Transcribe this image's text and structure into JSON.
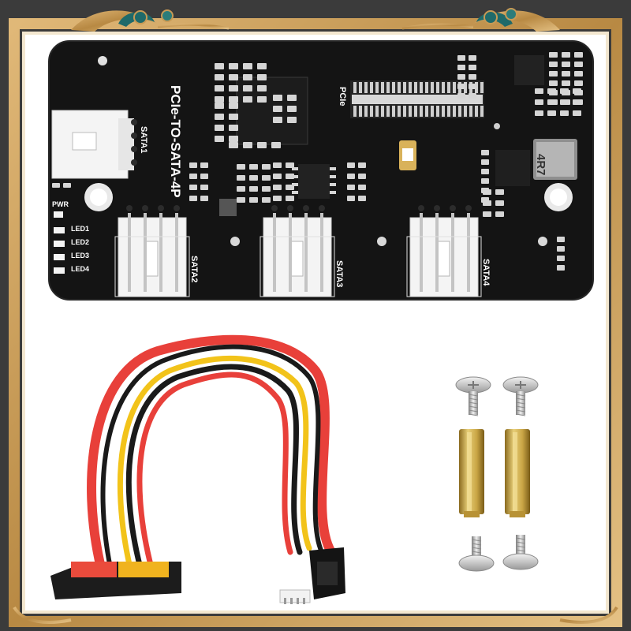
{
  "board": {
    "title": "PCIe-TO-SATA-4P",
    "pcie_label": "PCIe",
    "inductor_marking": "4R7",
    "pwr_label": "PWR",
    "led_labels": [
      "LED1",
      "LED2",
      "LED3",
      "LED4"
    ],
    "sata_labels": [
      "SATA1",
      "SATA2",
      "SATA3",
      "SATA4"
    ]
  },
  "colors": {
    "frame_gold": "#c79a55",
    "frame_teal": "#1f6a6a",
    "pcb": "#141414",
    "cable_red": "#e8403a",
    "cable_yellow": "#f2c31a",
    "brass": "#c9a545"
  }
}
